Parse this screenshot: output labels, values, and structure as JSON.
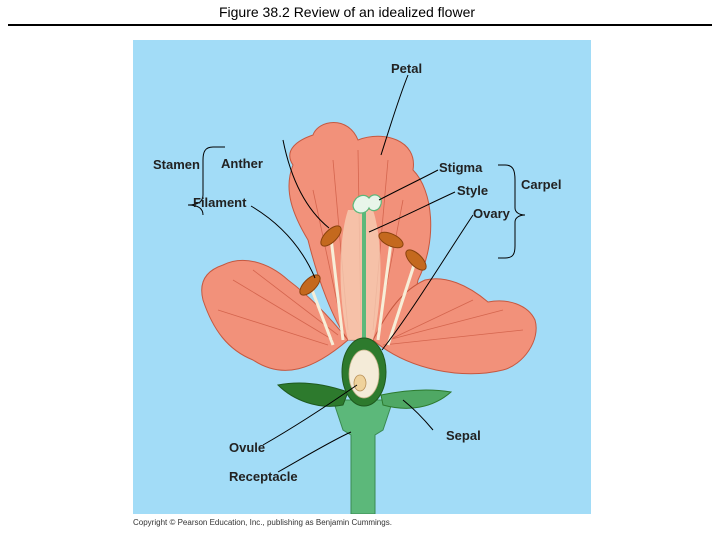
{
  "header": {
    "title": "Figure 38.2  Review of an idealized flower"
  },
  "diagram": {
    "labels": {
      "petal": "Petal",
      "stamen": "Stamen",
      "anther": "Anther",
      "filament": "Filament",
      "stigma": "Stigma",
      "style": "Style",
      "ovary": "Ovary",
      "carpel": "Carpel",
      "ovule": "Ovule",
      "receptacle": "Receptacle",
      "sepal": "Sepal"
    },
    "colors": {
      "background": "#a2dcf7",
      "petal": "#f2917a",
      "petal_vein": "#d4654e",
      "pollen_tube": "#f7d2b8",
      "anther": "#c4691e",
      "stem": "#5cb87a",
      "ovary_dark": "#2d7a2d"
    }
  },
  "footer": {
    "copyright": "Copyright © Pearson Education, Inc., publishing as Benjamin Cummings."
  }
}
